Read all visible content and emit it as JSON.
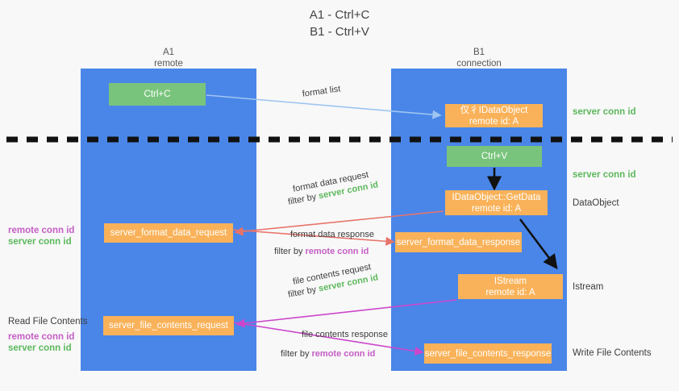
{
  "title": {
    "line1": "A1 - Ctrl+C",
    "line2": "B1 - Ctrl+V"
  },
  "lanes": [
    {
      "name": "A1",
      "sub": "remote",
      "color": "#4a86e8"
    },
    {
      "name": "B1",
      "sub": "connection",
      "color": "#4a86e8"
    }
  ],
  "colors": {
    "lane": "#4a86e8",
    "orange": "#f9b259",
    "green_box": "#79c47c",
    "server_conn_id": "#5cb85c",
    "remote_conn_id": "#c45ec4",
    "arrow_blue": "#9fc5f0",
    "arrow_red": "#e8736a",
    "arrow_magenta": "#cc46cc",
    "arrow_black": "#000000",
    "background": "#f8f8f8"
  },
  "boxes": {
    "ctrl_c": {
      "label": "Ctrl+C"
    },
    "ctrl_v": {
      "label": "Ctrl+V"
    },
    "idataobject": {
      "line1": "仅彳IDataObject",
      "line2": "remote id: A"
    },
    "getdata": {
      "line1": "IDataObject::GetData",
      "line2": "remote id: A"
    },
    "istream": {
      "line1": "IStream",
      "line2": "remote id: A"
    },
    "format_data_request": {
      "label": "server_format_data_request"
    },
    "format_data_response": {
      "label": "server_format_data_response"
    },
    "file_contents_request": {
      "label": "server_file_contents_request"
    },
    "file_contents_response": {
      "label": "server_file_contents_response"
    }
  },
  "right_labels": {
    "server_conn_id_top": "server conn id",
    "server_conn_id_mid": "server conn id",
    "dataobject": "DataObject",
    "istream": "Istream",
    "write_file_contents": "Write File Contents"
  },
  "left_labels": {
    "remote_conn_id_1": "remote conn id",
    "server_conn_id_1": "server conn id",
    "read_file_contents": "Read File Contents",
    "remote_conn_id_2": "remote conn id",
    "server_conn_id_2": "server conn id"
  },
  "arrow_labels": {
    "format_list": "format list",
    "format_data_request": "format data request",
    "format_data_request_filter_prefix": "filter by ",
    "format_data_request_filter_value": "server conn id",
    "format_data_response": "format data response",
    "format_data_response_filter_prefix": "filter by ",
    "format_data_response_filter_value": "remote conn id",
    "file_contents_request": "file contents request",
    "file_contents_request_filter_prefix": "filter by ",
    "file_contents_request_filter_value": "server conn id",
    "file_contents_response": "file contents response",
    "file_contents_response_filter_prefix": "filter by ",
    "file_contents_response_filter_value": "remote conn id"
  }
}
